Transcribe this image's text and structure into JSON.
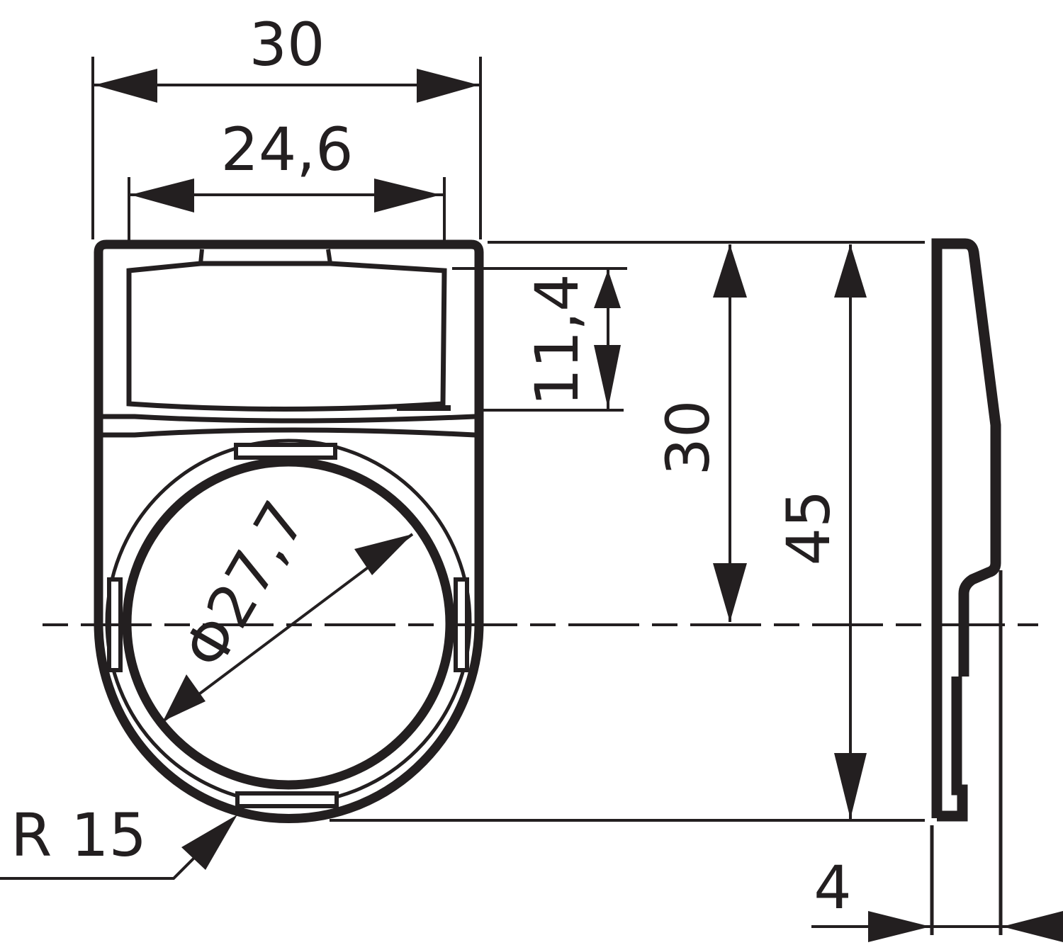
{
  "drawing": {
    "type": "technical dimension drawing",
    "subject": "legend plate holder with 30x30 front and label field, front view and side view",
    "units": "mm",
    "colors": {
      "line": "#231f20",
      "background": "#ffffff"
    },
    "dimensions": {
      "overall_width": "30",
      "label_width": "24,6",
      "label_height": "11,4",
      "top_to_center": "30",
      "overall_height": "45",
      "bore_diameter": "Φ27,7",
      "bottom_radius": "R 15",
      "depth": "4"
    },
    "views": [
      {
        "name": "front-view"
      },
      {
        "name": "side-view"
      }
    ]
  }
}
